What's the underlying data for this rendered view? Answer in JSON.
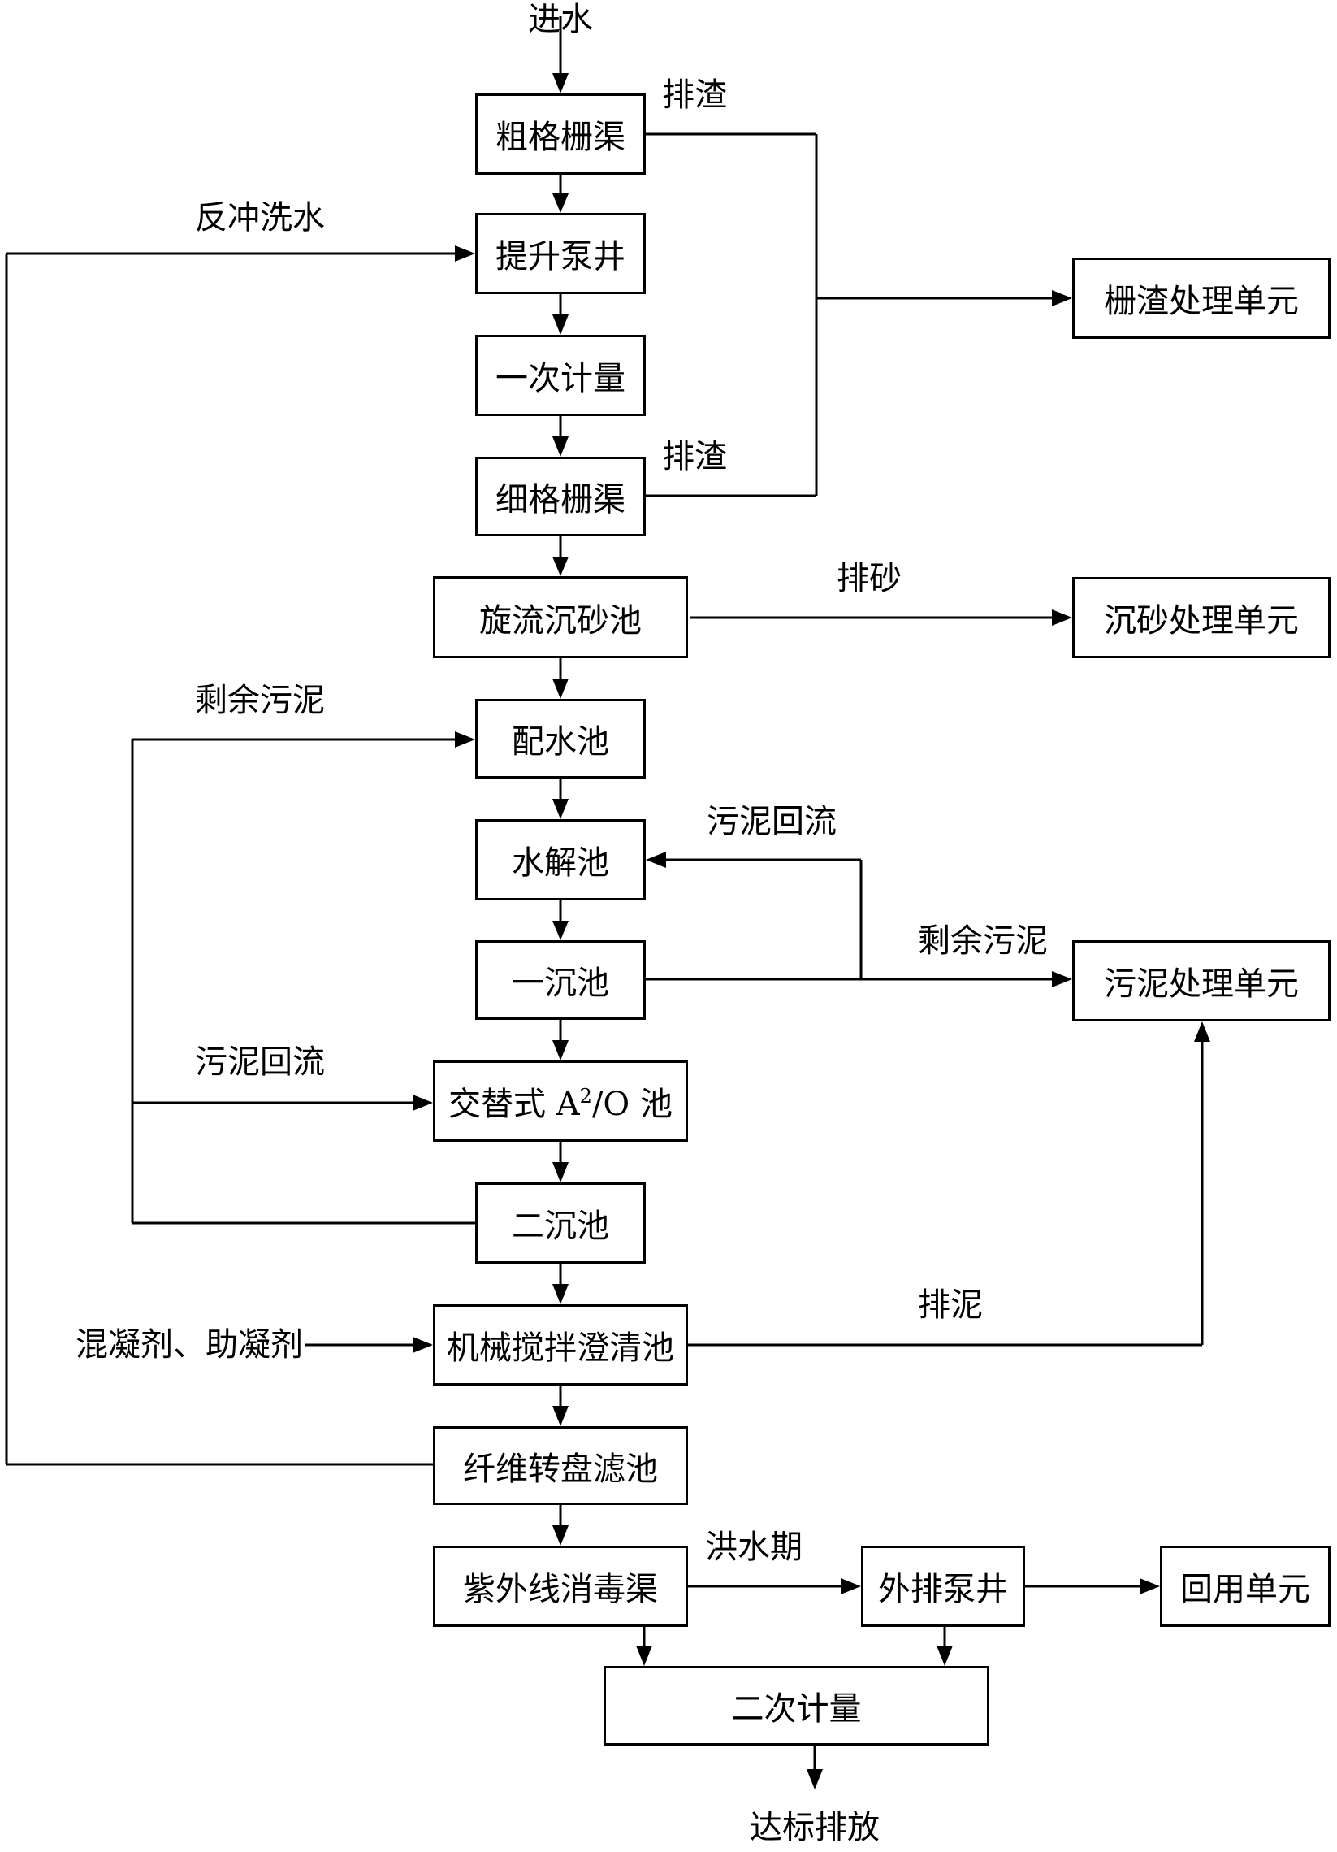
{
  "boxes": {
    "coarse_screen": "粗格栅渠",
    "lift_pump": "提升泵井",
    "primary_meter": "一次计量",
    "fine_screen": "细格栅渠",
    "vortex_grit": "旋流沉砂池",
    "distribution": "配水池",
    "hydrolysis": "水解池",
    "primary_clarifier": "一沉池",
    "a2o_prefix": "交替式 A",
    "a2o_sup": "2",
    "a2o_suffix": "/O 池",
    "secondary_clarifier": "二沉池",
    "mech_clarifier": "机械搅拌澄清池",
    "fiber_disk_filter": "纤维转盘滤池",
    "uv_channel": "紫外线消毒渠",
    "outfall_pump": "外排泵井",
    "reuse_unit": "回用单元",
    "secondary_meter": "二次计量",
    "screenings_unit": "栅渣处理单元",
    "grit_unit": "沉砂处理单元",
    "sludge_unit": "污泥处理单元"
  },
  "labels": {
    "inflow": "进水",
    "screenings_1": "排渣",
    "screenings_2": "排渣",
    "backwash": "反冲洗水",
    "grit_out": "排砂",
    "excess_sludge_1": "剩余污泥",
    "sludge_return_1": "污泥回流",
    "excess_sludge_2": "剩余污泥",
    "sludge_return_2": "污泥回流",
    "coagulant": "混凝剂、助凝剂",
    "sludge_out": "排泥",
    "flood_period": "洪水期",
    "discharge": "达标排放"
  }
}
